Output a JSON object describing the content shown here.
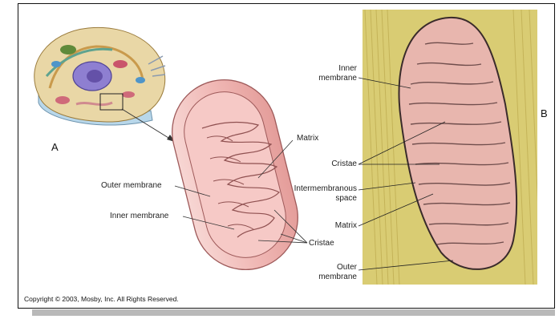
{
  "figure": {
    "panel_a_label": "A",
    "panel_b_label": "B",
    "diagram_labels": {
      "matrix": "Matrix",
      "outer_membrane": "Outer membrane",
      "inner_membrane": "Inner membrane",
      "cristae": "Cristae"
    },
    "micrograph_labels": {
      "inner_membrane_1": "Inner",
      "inner_membrane_2": "membrane",
      "cristae": "Cristae",
      "intermembranous_1": "Intermembranous",
      "intermembranous_2": "space",
      "matrix": "Matrix",
      "outer_membrane_1": "Outer",
      "outer_membrane_2": "membrane"
    },
    "copyright": "Copyright © 2003, Mosby, Inc. All Rights Reserved."
  },
  "colors": {
    "mito_fill": "#f3c2c0",
    "mito_edge": "#9e5a5a",
    "micrograph_bg": "#d9cc73",
    "micrograph_mito": "#e8b6ae"
  }
}
